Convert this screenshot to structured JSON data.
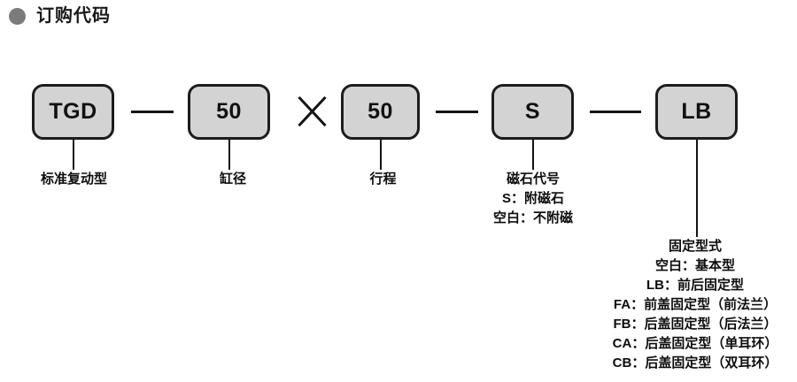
{
  "title": {
    "bullet_color": "#7b7b7b",
    "text": "订购代码"
  },
  "colors": {
    "box_fill": "#d3d3d3",
    "box_border": "#1c1c1c",
    "line": "#141414",
    "text": "#0d0d0d"
  },
  "diagram": {
    "boxes": [
      {
        "name": "series-code",
        "value": "TGD"
      },
      {
        "name": "bore-size",
        "value": "50"
      },
      {
        "name": "stroke",
        "value": "50"
      },
      {
        "name": "magnet-code",
        "value": "S"
      },
      {
        "name": "mount-type",
        "value": "LB"
      }
    ],
    "separator_symbol": "×",
    "captions": {
      "model": [
        "标准复动型"
      ],
      "bore": [
        "缸径"
      ],
      "stroke": [
        "行程"
      ],
      "magnet": [
        "磁石代号",
        "S：附磁石",
        "空白：不附磁"
      ],
      "mount": [
        "固定型式",
        "空白：基本型",
        "LB：前后固定型",
        "FA：前盖固定型（前法兰）",
        "FB：后盖固定型（后法兰）",
        "CA：后盖固定型（单耳环）",
        "CB：后盖固定型（双耳环）"
      ]
    }
  }
}
